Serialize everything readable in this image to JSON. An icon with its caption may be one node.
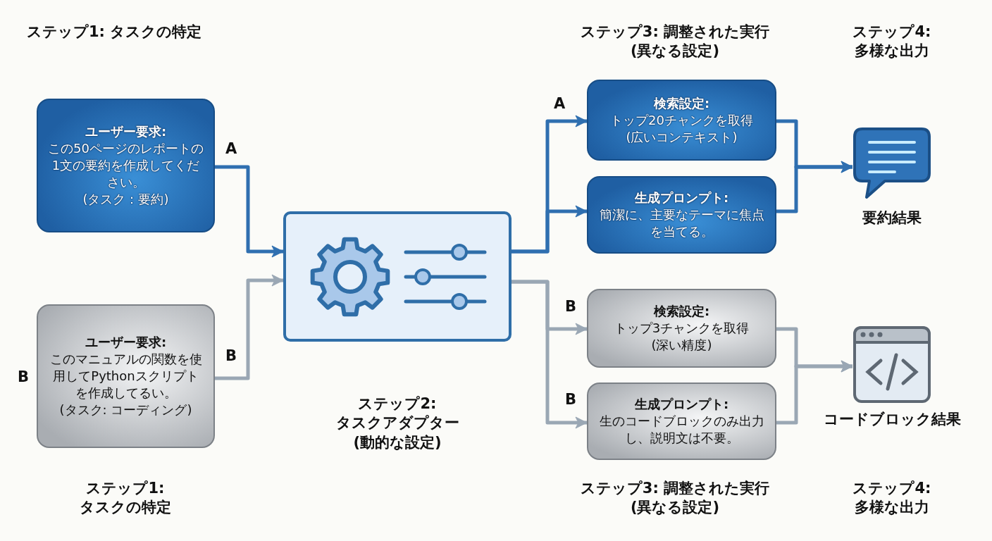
{
  "diagram": {
    "nodes": [
      {
        "text": [
          "ユーザー要求:",
          "この50ページのレポートの1文の要約を作成してください。",
          "(タスク：要約)"
        ]
      },
      {
        "text": [
          "ユーザー要求:",
          "このマニュアルの関数を使用してPythonスクリプトを作成してるい。",
          "(タスク: コーディング)"
        ]
      },
      {
        "text": [],
        "shape": "box",
        "beside": [
          "ステップ2: タスクアダプター (動的な設定)"
        ]
      },
      {
        "text": [
          "検索設定:",
          "トップ20チャンクを取得",
          "(広いコンテキスト)"
        ]
      },
      {
        "text": [
          "生成プロンプト:",
          "簡潔に、主要なテーマに焦点を当てる。"
        ]
      },
      {
        "text": [
          "検索設定:",
          "トップ3チャンクを取得",
          "(深い精度)"
        ]
      },
      {
        "text": [
          "生成プロンプト:",
          "生のコードブロックのみ出力し、説明文は不要。"
        ]
      },
      {
        "text": [],
        "shape": "bubble",
        "beside": [
          "要約結果"
        ]
      },
      {
        "text": [],
        "shape": "window",
        "beside": [
          "コードブロック結果"
        ]
      }
    ],
    "edges": [
      {
        "from": 0,
        "to": 2,
        "arrow": "to",
        "label": "A"
      },
      {
        "from": 1,
        "to": 2,
        "arrow": "to",
        "label": "B",
        "color": "#9aa7b4"
      },
      {
        "from": 2,
        "to": 3,
        "arrow": "to",
        "label": "A"
      },
      {
        "from": 2,
        "to": 4,
        "arrow": "to"
      },
      {
        "from": 2,
        "to": 5,
        "arrow": "to",
        "label": "B",
        "color": "#9aa7b4"
      },
      {
        "from": 2,
        "to": 6,
        "arrow": "to",
        "label": "B",
        "color": "#9aa7b4"
      },
      {
        "from": 3,
        "to": 7,
        "arrow": "to"
      },
      {
        "from": 4,
        "to": 7,
        "arrow": "to"
      },
      {
        "from": 5,
        "to": 8,
        "arrow": "to",
        "color": "#9aa7b4"
      },
      {
        "from": 6,
        "to": 8,
        "arrow": "to",
        "color": "#9aa7b4"
      }
    ],
    "labels": [
      "ステップ1: タスクの特定",
      "ステップ3: 調整された実行 (異なる設定)",
      "ステップ4: 多様な出力",
      "B",
      "ステップ1: タスクの特定",
      "ステップ3: 調整された実行 (異なる設定)",
      "ステップ4: 多様な出力"
    ]
  }
}
